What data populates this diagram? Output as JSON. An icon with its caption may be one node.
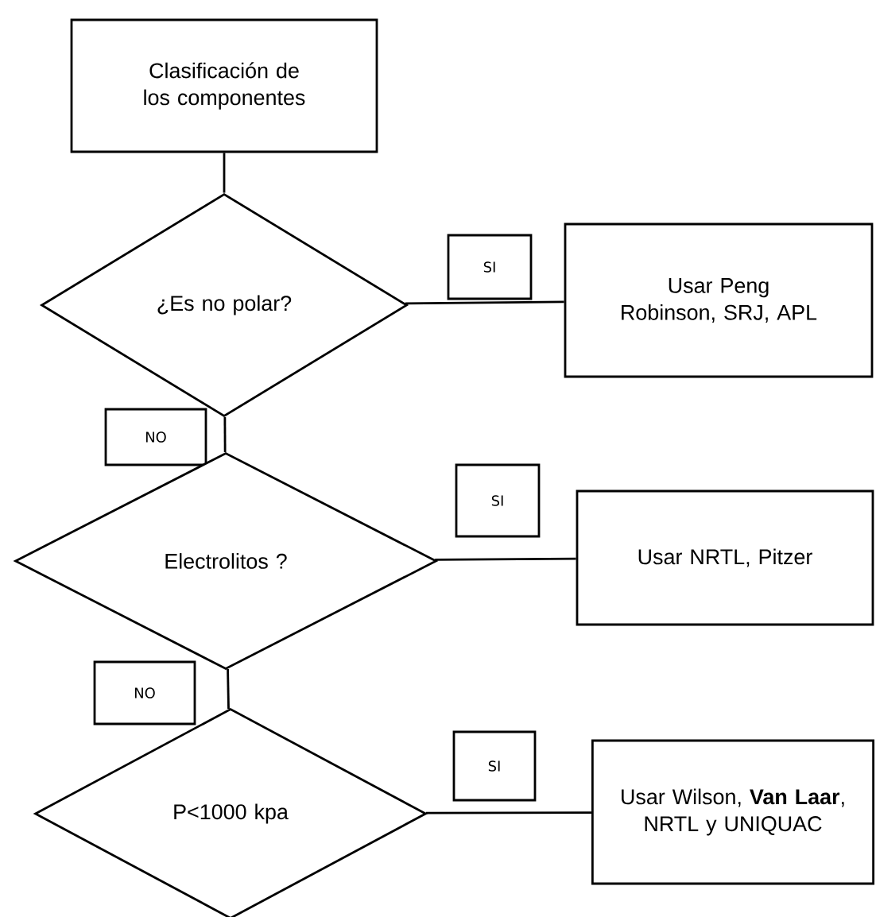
{
  "diagram": {
    "nodes": [
      {
        "text": [
          "Clasificación de los componentes"
        ]
      },
      {
        "text": [
          "¿Es no polar?"
        ]
      },
      {
        "text": [
          "SI"
        ]
      },
      {
        "text": [
          "Usar Peng Robinson, SRJ, APL"
        ]
      },
      {
        "text": [
          "NO"
        ]
      },
      {
        "text": [
          "Electrolitos ?"
        ]
      },
      {
        "text": [
          "SI"
        ]
      },
      {
        "text": [
          "Usar NRTL, Pitzer"
        ]
      },
      {
        "text": [
          "NO"
        ]
      },
      {
        "text": [
          "P<1000 kpa"
        ]
      },
      {
        "text": [
          "SI"
        ]
      },
      {
        "text": [
          "Usar Wilson, **Van Laar**, NRTL y UNIQUAC"
        ]
      }
    ],
    "edges": [
      {
        "from": 0,
        "to": 1,
        "arrow": "none"
      },
      {
        "from": 1,
        "to": 3,
        "arrow": "none"
      },
      {
        "from": 1,
        "to": 5,
        "arrow": "none"
      },
      {
        "from": 5,
        "to": 7,
        "arrow": "none"
      },
      {
        "from": 5,
        "to": 9,
        "arrow": "none"
      },
      {
        "from": 9,
        "to": 11,
        "arrow": "none"
      }
    ]
  }
}
